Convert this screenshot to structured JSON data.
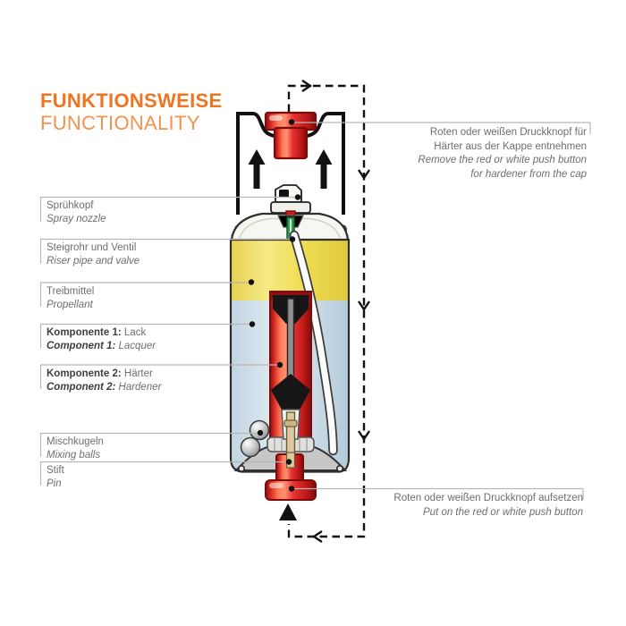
{
  "title": {
    "de": "FUNKTIONSWEISE",
    "en": "FUNCTIONALITY"
  },
  "labels": [
    {
      "de_bold": "",
      "de": "Sprühkopf",
      "en_bold": "",
      "en": "Spray nozzle"
    },
    {
      "de_bold": "",
      "de": "Steigrohr und Ventil",
      "en_bold": "",
      "en": "Riser pipe and valve"
    },
    {
      "de_bold": "",
      "de": "Treibmittel",
      "en_bold": "",
      "en": "Propellant"
    },
    {
      "de_bold": "Komponente 1:",
      "de": " Lack",
      "en_bold": "Component 1:",
      "en": " Lacquer"
    },
    {
      "de_bold": "Komponente 2:",
      "de": " Härter",
      "en_bold": "Component 2:",
      "en": " Hardener"
    },
    {
      "de_bold": "",
      "de": "Mischkugeln",
      "en_bold": "",
      "en": "Mixing balls"
    },
    {
      "de_bold": "",
      "de": "Stift",
      "en_bold": "",
      "en": "Pin"
    }
  ],
  "annotations": {
    "top": {
      "de1": "Roten oder weißen Druckknopf für",
      "de2": "Härter aus der Kappe entnehmen",
      "en1": "Remove the red or white push button",
      "en2": "for hardener from the cap"
    },
    "bottom": {
      "de1": "Roten oder weißen Druckknopf aufsetzen",
      "en1": "Put on the red or white push button"
    }
  },
  "colors": {
    "accent_orange": "#ee7522",
    "title_light_orange": "#f2934e",
    "label_gray": "#6e6e6e",
    "label_bold_gray": "#3f3f3f",
    "leader_line_gray": "#b7b7b7",
    "propellant_yellow": "#f0dd55",
    "lacquer_blue": "#cadbe6",
    "component_red": "#e03030",
    "outline_black": "#111111"
  }
}
